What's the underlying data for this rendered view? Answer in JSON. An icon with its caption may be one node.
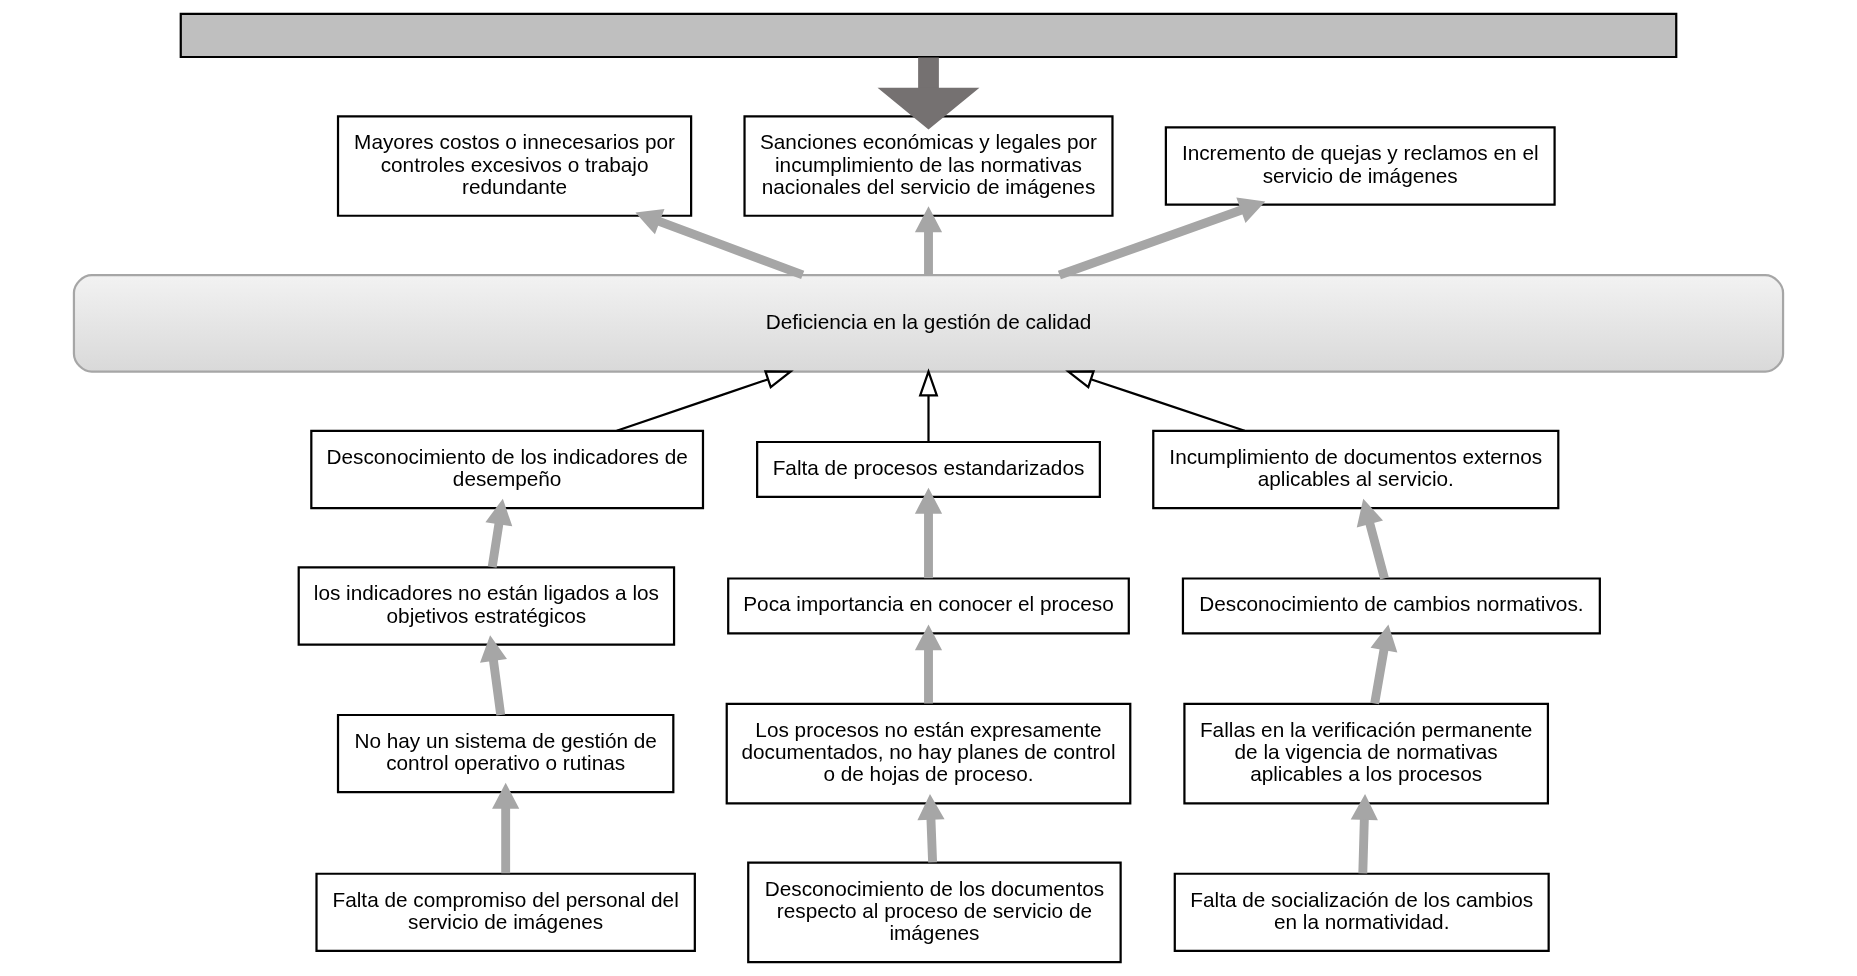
{
  "diagram": {
    "nodes": [
      {
        "text": [],
        "shape": "banner"
      },
      {
        "text": [
          "Mayores costos o innecesarios por controles excesivos o trabajo redundante"
        ]
      },
      {
        "text": [
          "Sanciones económicas y legales por incumplimiento de las normativas nacionales del servicio de imágenes"
        ]
      },
      {
        "text": [
          "Incremento de quejas y reclamos en el servicio de imágenes"
        ]
      },
      {
        "text": [
          "Deficiencia en la gestión de calidad"
        ]
      },
      {
        "text": [
          "Desconocimiento de los indicadores de desempeño"
        ]
      },
      {
        "text": [
          "Falta de procesos estandarizados"
        ]
      },
      {
        "text": [
          "Incumplimiento de documentos externos aplicables al servicio."
        ]
      },
      {
        "text": [
          "los indicadores no están ligados a los objetivos estratégicos"
        ]
      },
      {
        "text": [
          "No hay un sistema de gestión de control operativo o rutinas"
        ]
      },
      {
        "text": [
          "Falta de compromiso del personal del servicio de imágenes"
        ]
      },
      {
        "text": [
          "Poca importancia en conocer el proceso"
        ]
      },
      {
        "text": [
          "Los procesos no están expresamente documentados, no hay planes de control o de hojas de proceso."
        ]
      },
      {
        "text": [
          "Desconocimiento de los documentos respecto al proceso de servicio de imágenes"
        ]
      },
      {
        "text": [
          "Desconocimiento de cambios normativos."
        ]
      },
      {
        "text": [
          "Fallas en la verificación permanente de la vigencia de normativas aplicables a los procesos"
        ]
      },
      {
        "text": [
          "Falta de socialización de los cambios en la normatividad."
        ]
      }
    ],
    "edges": [
      {
        "from": 0,
        "to": 2,
        "arrow": "to",
        "style": "thick",
        "color": "#757171"
      },
      {
        "from": 4,
        "to": 1,
        "arrow": "to"
      },
      {
        "from": 4,
        "to": 2,
        "arrow": "to"
      },
      {
        "from": 4,
        "to": 3,
        "arrow": "to"
      },
      {
        "from": 5,
        "to": 4,
        "arrow": "to",
        "color": "#000000"
      },
      {
        "from": 6,
        "to": 4,
        "arrow": "to",
        "color": "#000000"
      },
      {
        "from": 7,
        "to": 4,
        "arrow": "to",
        "color": "#000000"
      },
      {
        "from": 8,
        "to": 5,
        "arrow": "to"
      },
      {
        "from": 9,
        "to": 8,
        "arrow": "to"
      },
      {
        "from": 10,
        "to": 9,
        "arrow": "to"
      },
      {
        "from": 11,
        "to": 6,
        "arrow": "to"
      },
      {
        "from": 12,
        "to": 11,
        "arrow": "to"
      },
      {
        "from": 13,
        "to": 12,
        "arrow": "to"
      },
      {
        "from": 14,
        "to": 7,
        "arrow": "to"
      },
      {
        "from": 15,
        "to": 14,
        "arrow": "to"
      },
      {
        "from": 16,
        "to": 15,
        "arrow": "to"
      }
    ]
  }
}
